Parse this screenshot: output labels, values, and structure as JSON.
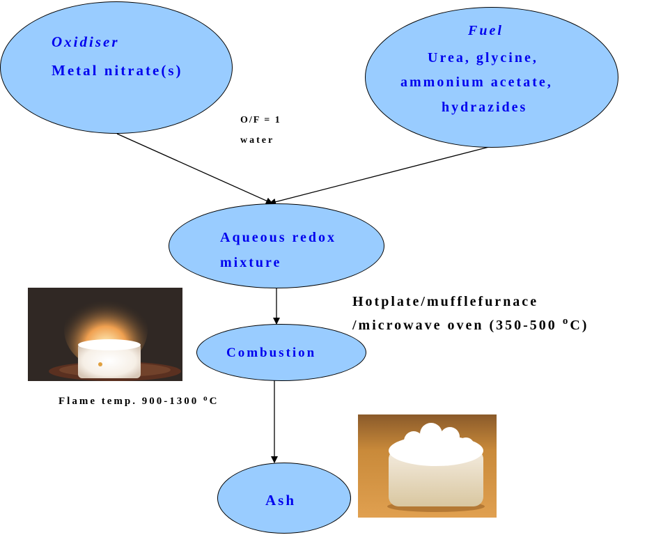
{
  "nodes": {
    "oxidiser": {
      "title": "Oxidiser",
      "line1": "Metal nitrate(s)"
    },
    "fuel": {
      "title": "Fuel",
      "line1": "Urea, glycine,",
      "line2": "ammonium acetate,",
      "line3": "hydrazides"
    },
    "mixture": {
      "line1": "Aqueous redox",
      "line2": "mixture"
    },
    "combustion": {
      "label": "Combustion"
    },
    "ash": {
      "label": "Ash"
    }
  },
  "annotations": {
    "ratio": "O/F = 1",
    "solvent": "water",
    "heating_line1": "Hotplate/mufflefurnace",
    "heating_line2": "/microwave oven (350-500",
    "heating_unit": "C)",
    "flame_temp": "Flame temp. 900-1300",
    "flame_unit": "C",
    "degree_symbol": "o"
  },
  "images": {
    "combustion_photo": "flame-combustion-photo",
    "ash_photo": "ash-powder-photo"
  },
  "colors": {
    "node_fill": "#99ccff",
    "node_text": "#0000ee",
    "stroke": "#000000"
  }
}
